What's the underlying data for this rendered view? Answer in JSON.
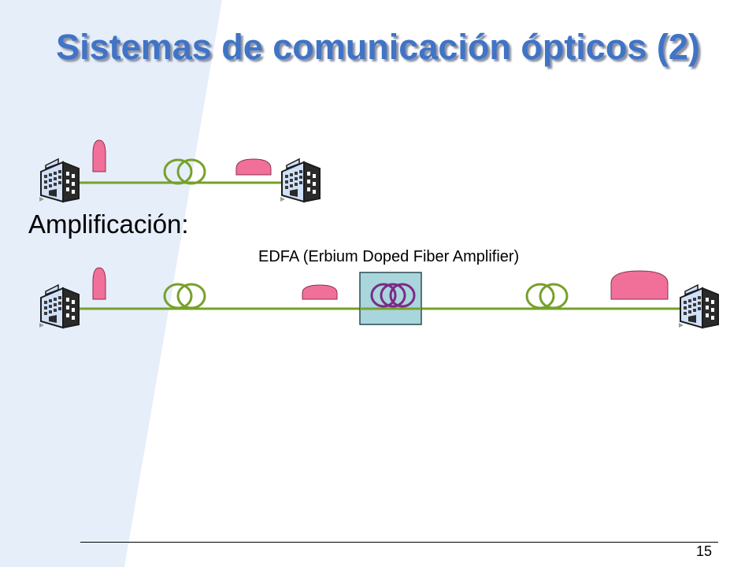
{
  "slide": {
    "title": "Sistemas de comunicación ópticos (2)",
    "amplification_label": "Amplificación:",
    "edfa_label": "EDFA (Erbium Doped Fiber Amplifier)",
    "page_number": "15"
  },
  "colors": {
    "title": "#3f74c6",
    "background_band": "#e6eefa",
    "fiber": "#76a12a",
    "pulse": "#f07099",
    "edfa_box": "#a8d6dc",
    "edfa_coil": "#7b2c86"
  },
  "icons": {
    "building": "office-building-icon",
    "fiber_coil": "fiber-coil-icon",
    "pulse": "optical-pulse-icon"
  }
}
